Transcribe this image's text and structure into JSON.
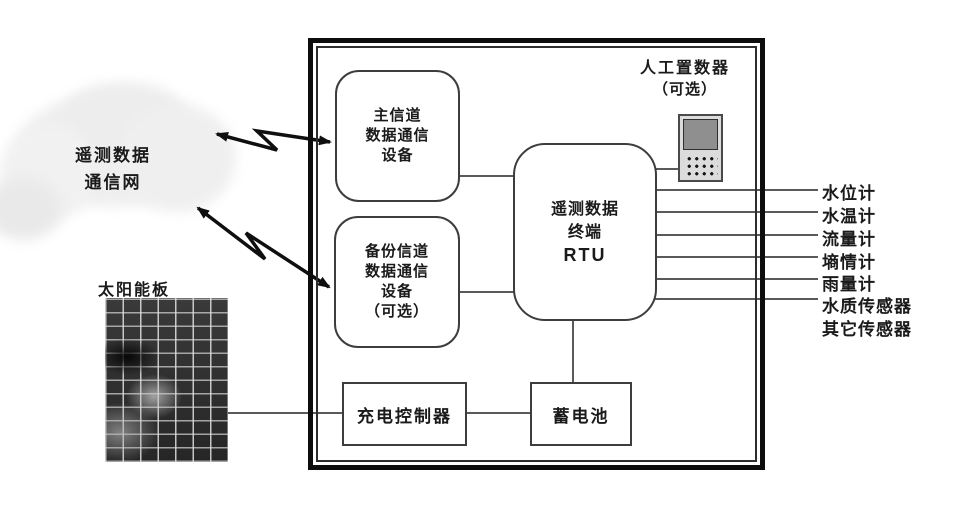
{
  "cloud": {
    "line1": "遥测数据",
    "line2": "通信网"
  },
  "solar_panel": {
    "label": "太阳能板"
  },
  "main_channel_box": {
    "line1": "主信道",
    "line2": "数据通信",
    "line3": "设备"
  },
  "backup_channel_box": {
    "line1": "备份信道",
    "line2": "数据通信",
    "line3": "设备",
    "line4": "（可选）"
  },
  "rtu_box": {
    "line1": "遥测数据",
    "line2": "终端",
    "line3": "RTU"
  },
  "charge_controller_box": {
    "label": "充电控制器"
  },
  "battery_box": {
    "label": "蓄电池"
  },
  "manual_input_device": {
    "label_line1": "人工置数器",
    "label_line2": "（可选）"
  },
  "sensors": {
    "items": [
      "水位计",
      "水温计",
      "流量计",
      "墒情计",
      "雨量计",
      "水质传感器",
      "其它传感器"
    ]
  },
  "colors": {
    "wire": "#5a5a5a",
    "arrow": "#0f0f0f",
    "frame_outer": "#0d0d0d",
    "frame_inner": "#2e2e2e",
    "box_border": "#3d3d3d",
    "device_screen": "#8f8f8f",
    "cloud_fill": "#efefef",
    "text": "#1a1a1a"
  }
}
